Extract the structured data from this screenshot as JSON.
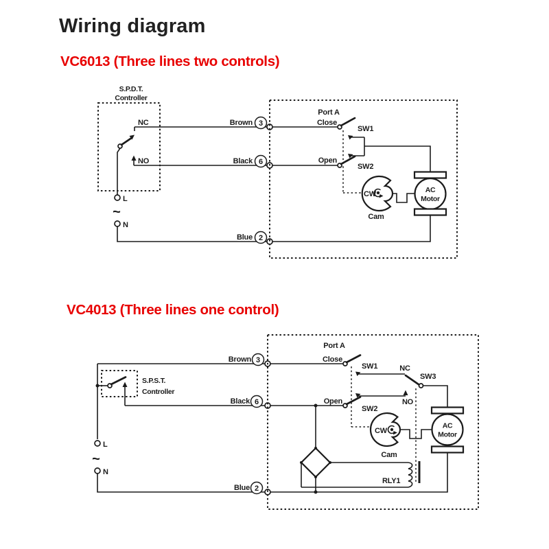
{
  "page": {
    "title": "Wiring diagram",
    "colors": {
      "accent_red": "#e80000",
      "ink": "#1b1b1b",
      "background": "#ffffff"
    }
  },
  "diagram1": {
    "heading": "VC6013 (Three lines two controls)",
    "controller": {
      "type": "S.P.D.T.",
      "label": "Controller",
      "nc": "NC",
      "no": "NO",
      "live": "L",
      "ac": "~",
      "neutral": "N"
    },
    "wires": {
      "brown": {
        "label": "Brown",
        "pin": "3"
      },
      "black": {
        "label": "Black",
        "pin": "6"
      },
      "blue": {
        "label": "Blue",
        "pin": "2"
      }
    },
    "valve": {
      "port": "Port A",
      "close": "Close",
      "open": "Open",
      "sw1": "SW1",
      "sw2": "SW2",
      "cw": "CW",
      "cam": "Cam",
      "motor_top": "AC",
      "motor_bottom": "Motor"
    }
  },
  "diagram2": {
    "heading": "VC4013 (Three lines one control)",
    "controller": {
      "type": "S.P.S.T.",
      "label": "Controller",
      "live": "L",
      "ac": "~",
      "neutral": "N"
    },
    "wires": {
      "brown": {
        "label": "Brown",
        "pin": "3"
      },
      "black": {
        "label": "Black",
        "pin": "6"
      },
      "blue": {
        "label": "Blue",
        "pin": "2"
      }
    },
    "valve": {
      "port": "Port A",
      "close": "Close",
      "open": "Open",
      "sw1": "SW1",
      "sw2": "SW2",
      "sw3": "SW3",
      "nc": "NC",
      "no": "NO",
      "cw": "CW",
      "cam": "Cam",
      "relay": "RLY1",
      "motor_top": "AC",
      "motor_bottom": "Motor"
    }
  }
}
